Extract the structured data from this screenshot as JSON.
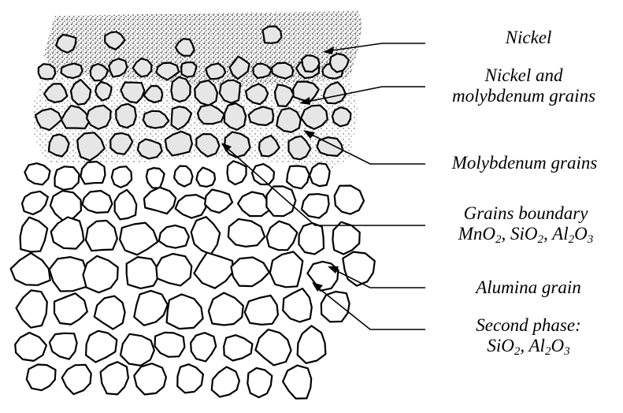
{
  "labels": {
    "nickel": "Nickel",
    "nickel_mo_line1": "Nickel and",
    "nickel_mo_line2": "molybdenum grains",
    "molybdenum": "Molybdenum grains",
    "boundary_line1": "Grains boundary",
    "boundary_mno2": {
      "base": "MnO",
      "sub": "2",
      "sep": ", "
    },
    "boundary_sio2": {
      "base": "SiO",
      "sub": "2",
      "sep": ", "
    },
    "boundary_al2o3": {
      "base1": "Al",
      "sub1": "2",
      "base2": "O",
      "sub2": "3"
    },
    "alumina": "Alumina grain",
    "second_phase_line1": "Second phase:",
    "second_sio2": {
      "base": "SiO",
      "sub": "2",
      "sep": ", "
    },
    "second_al2o3": {
      "base1": "Al",
      "sub1": "2",
      "base2": "O",
      "sub2": "3"
    }
  },
  "colors": {
    "ink": "#000000",
    "grain_fill": "#ffffff",
    "shaded_grain_fill": "#e6e6e6"
  }
}
